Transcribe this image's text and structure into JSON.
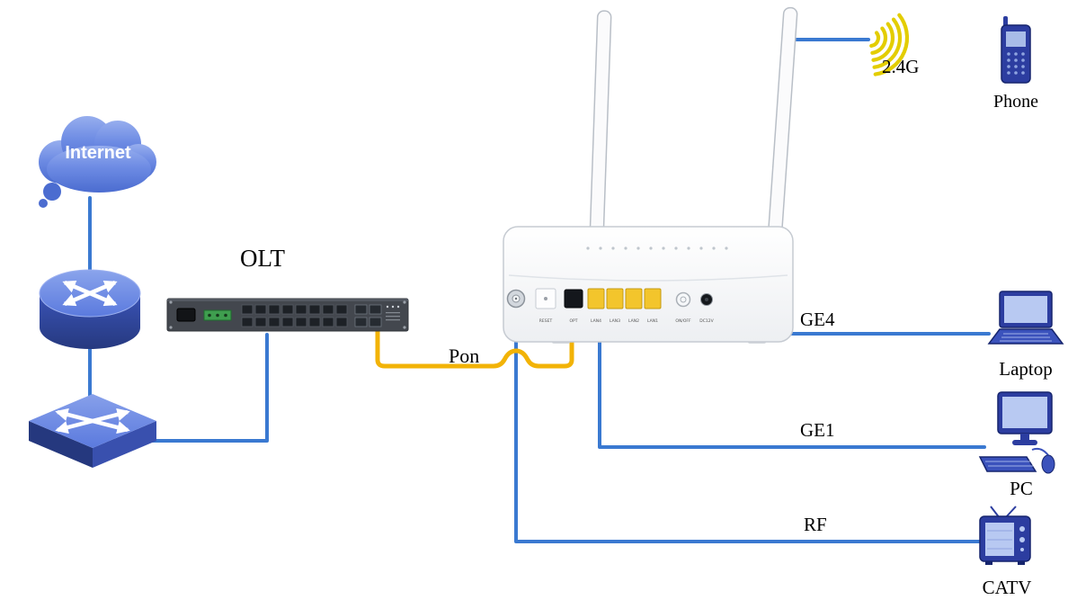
{
  "diagram": {
    "labels": {
      "internet": "Internet",
      "olt": "OLT",
      "pon": "Pon",
      "wifi": "2.4G",
      "phone": "Phone",
      "ge4": "GE4",
      "laptop": "Laptop",
      "ge1": "GE1",
      "pc": "PC",
      "rf": "RF",
      "catv": "CATV"
    },
    "onu_ports": {
      "reset": "RESET",
      "opt": "OPT",
      "lan4": "LAN4",
      "lan3": "LAN3",
      "lan2": "LAN2",
      "lan1": "LAN1",
      "power_switch": "ON/OFF",
      "power_jack": "DC12V"
    },
    "colors": {
      "ethernet_line": "#3a79d1",
      "pon_line": "#f2b307",
      "wifi_signal": "#e3cd00",
      "device_blue": "#2c3da0"
    },
    "connections": [
      {
        "from": "internet-cloud",
        "to": "core-router",
        "type": "ethernet",
        "label": ""
      },
      {
        "from": "core-router",
        "to": "switch",
        "type": "ethernet",
        "label": ""
      },
      {
        "from": "switch",
        "to": "olt",
        "type": "ethernet",
        "label": ""
      },
      {
        "from": "olt",
        "to": "onu",
        "type": "pon-fiber",
        "label": "Pon"
      },
      {
        "from": "onu",
        "to": "phone",
        "type": "wifi",
        "label": "2.4G"
      },
      {
        "from": "onu",
        "to": "laptop",
        "type": "ethernet",
        "label": "GE4"
      },
      {
        "from": "onu",
        "to": "pc",
        "type": "ethernet",
        "label": "GE1"
      },
      {
        "from": "onu",
        "to": "catv",
        "type": "coax",
        "label": "RF"
      }
    ]
  }
}
